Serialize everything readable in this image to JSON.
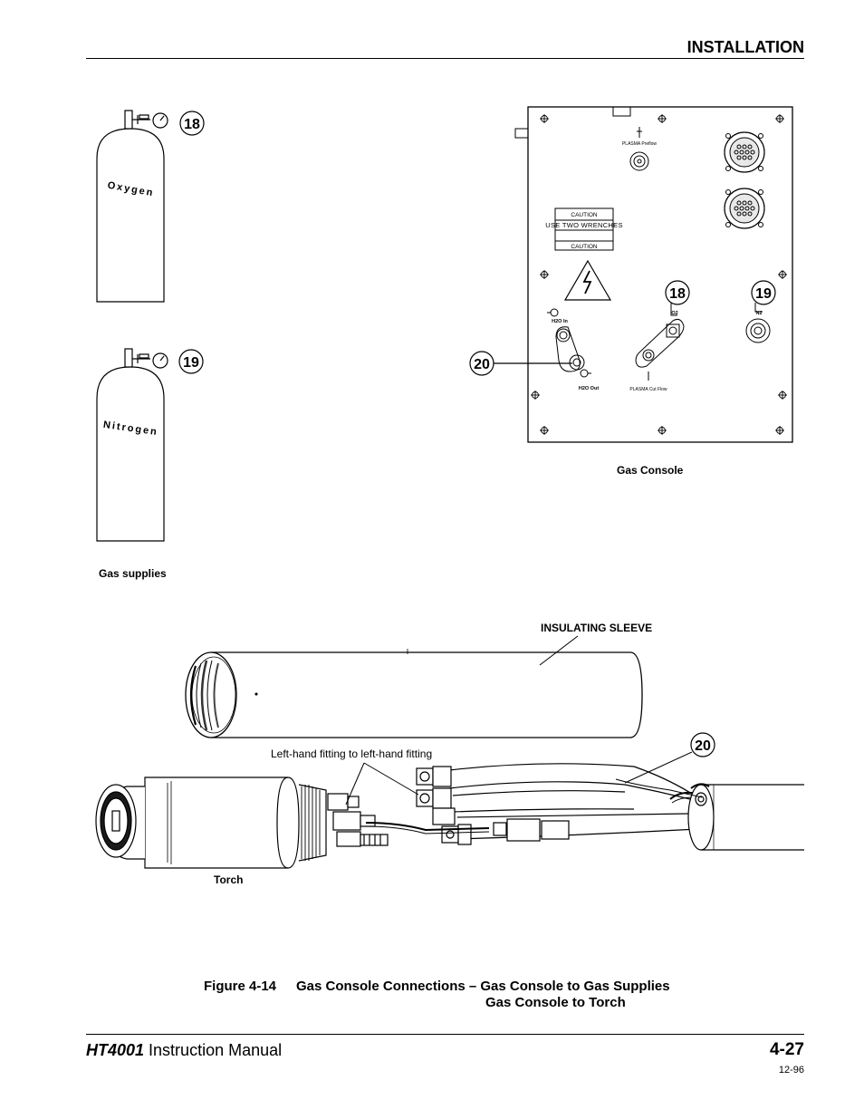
{
  "header": {
    "section_title": "INSTALLATION"
  },
  "callouts": {
    "oxygen": "18",
    "nitrogen": "19",
    "console_o2": "18",
    "console_n2": "19",
    "console_h2o": "20",
    "torch_h2o": "20"
  },
  "cylinders": {
    "oxygen_label": "Oxygen",
    "nitrogen_label": "Nitrogen"
  },
  "console_panel": {
    "caution_top": "CAUTION",
    "use_two_wrenches": "USE TWO WRENCHES",
    "caution_bottom": "CAUTION",
    "plasma_preflow": "PLASMA Preflow",
    "plasma_cut_flow": "PLASMA Cut Flow",
    "h2o_in": "H2O In",
    "h2o_out": "H2O Out",
    "o2_label": "O2",
    "n2_label": "N2"
  },
  "labels": {
    "gas_supplies": "Gas supplies",
    "gas_console": "Gas Console",
    "insulating_sleeve": "INSULATING SLEEVE",
    "left_hand_fitting": "Left-hand fitting to left-hand fitting",
    "torch": "Torch"
  },
  "caption": {
    "figure_number": "Figure 4-14",
    "line1": "Gas Console Connections – Gas Console to Gas Supplies",
    "line2": "Gas Console to Torch"
  },
  "footer": {
    "model": "HT4001",
    "manual": " Instruction Manual",
    "page_number": "4-27",
    "date_code": "12-96"
  }
}
